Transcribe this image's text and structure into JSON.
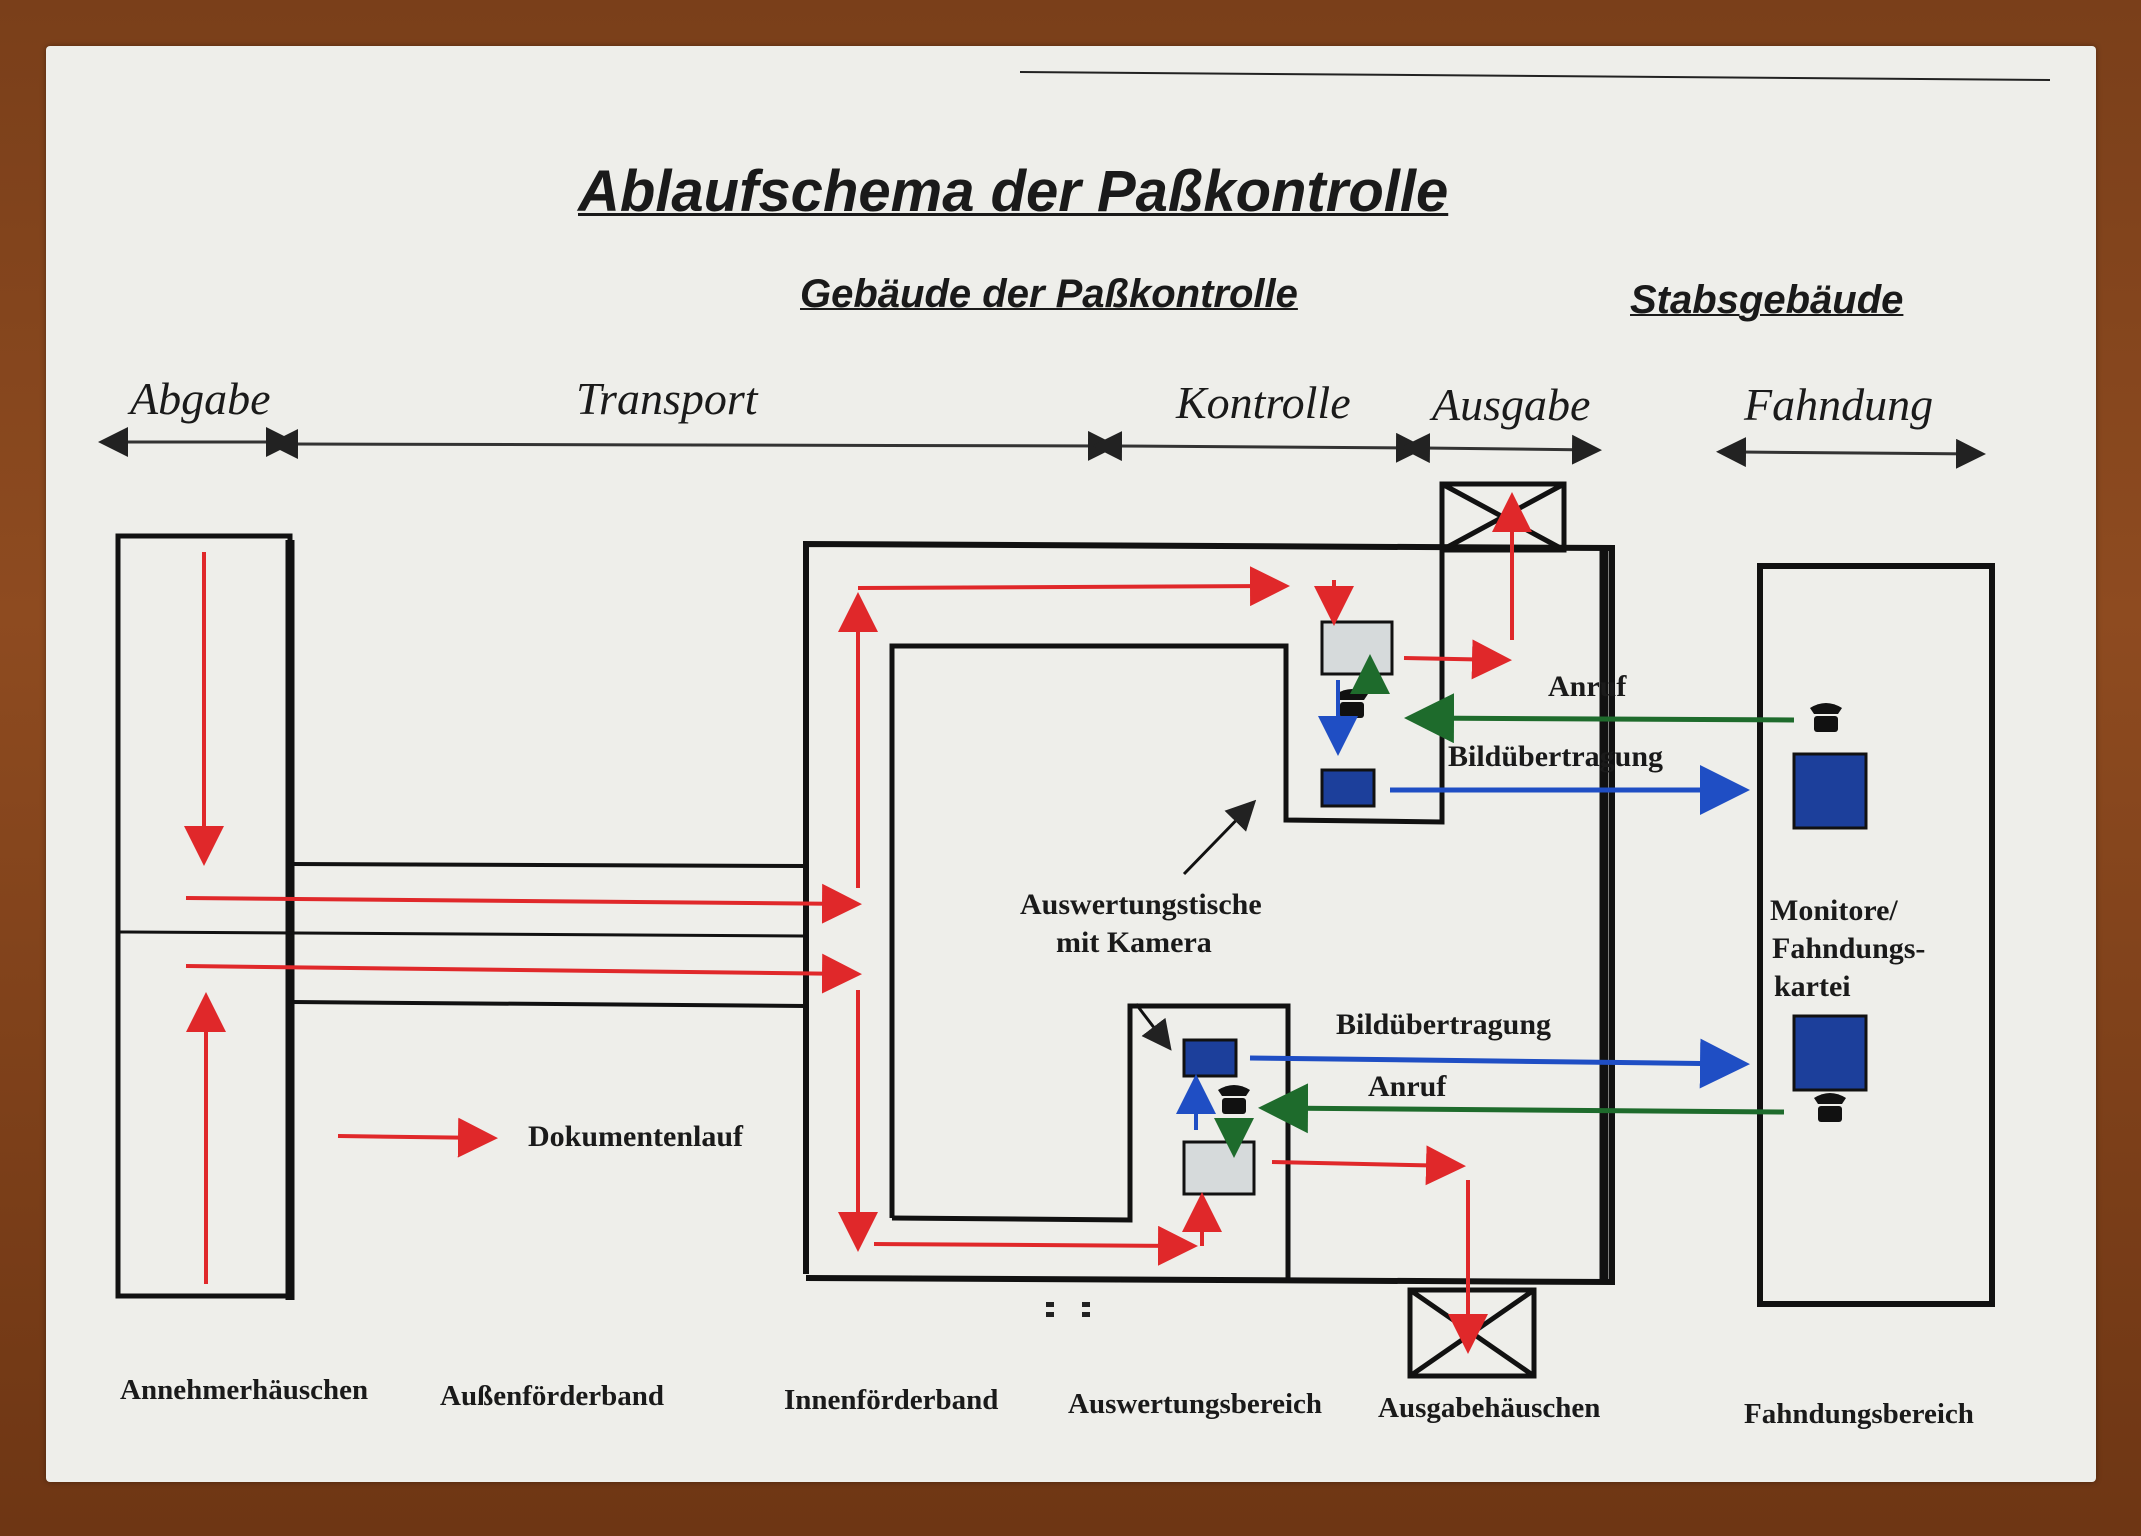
{
  "title": "Ablaufschema der Paßkontrolle",
  "buildings": {
    "passkontrolle": "Gebäude der Paßkontrolle",
    "stab": "Stabsgebäude"
  },
  "phases": {
    "abgabe": "Abgabe",
    "transport": "Transport",
    "kontrolle": "Kontrolle",
    "ausgabe": "Ausgabe",
    "fahndung": "Fahndung"
  },
  "labels": {
    "anruf_top": "Anruf",
    "bild_top": "Bildübertragung",
    "auswertung_line1": "Auswertungstische",
    "auswertung_line2": "mit Kamera",
    "bild_bottom": "Bildübertragung",
    "anruf_bottom": "Anruf",
    "monitore_line1": "Monitore/",
    "monitore_line2": "Fahndungs-",
    "monitore_line3": "kartei",
    "legend": "Dokumentenlauf"
  },
  "areas": {
    "annehmer": "Annehmerhäuschen",
    "aussen": "Außenförderband",
    "innen": "Innenförderband",
    "auswertung": "Auswertungsbereich",
    "ausgabe": "Ausgabehäuschen",
    "fahndung": "Fahndungsbereich"
  },
  "colors": {
    "document_flow": "#e0282a",
    "image_transfer": "#1f4ec4",
    "call": "#1e6b2c",
    "structure": "#111111"
  }
}
